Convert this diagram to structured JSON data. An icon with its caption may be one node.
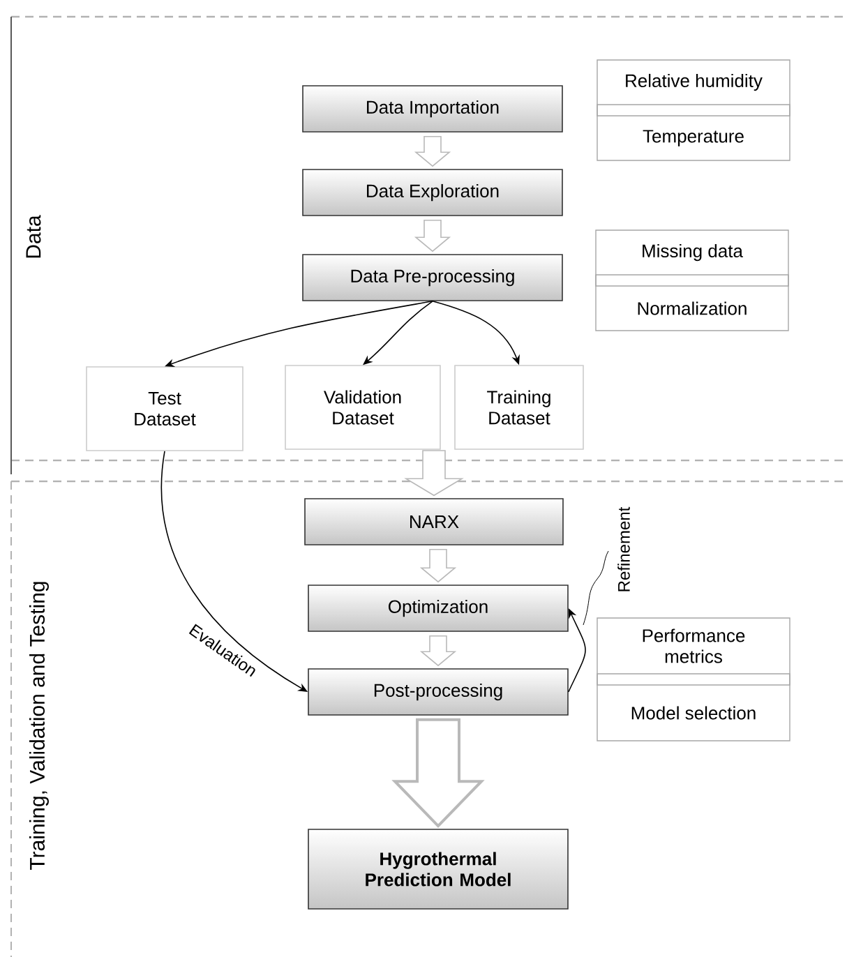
{
  "diagram": {
    "nodes": [
      {
        "text": [
          "Data Importation"
        ]
      },
      {
        "text": [
          "Data Exploration"
        ]
      },
      {
        "text": [
          "Data Pre-processing"
        ]
      },
      {
        "text": [
          "Test Dataset"
        ]
      },
      {
        "text": [
          "Validation Dataset"
        ]
      },
      {
        "text": [
          "Training Dataset"
        ]
      },
      {
        "text": [
          "NARX"
        ]
      },
      {
        "text": [
          "Optimization"
        ]
      },
      {
        "text": [
          "Post-processing"
        ]
      },
      {
        "text": [
          "Hygrothermal Prediction Model"
        ]
      },
      {
        "text": [
          "Relative humidity",
          "Temperature"
        ]
      },
      {
        "text": [
          "Missing data",
          "Normalization"
        ]
      },
      {
        "text": [
          "Performance metrics",
          "Model selection"
        ]
      }
    ],
    "edges": [
      {
        "from": 0,
        "to": 1,
        "arrow": "to"
      },
      {
        "from": 1,
        "to": 2,
        "arrow": "to"
      },
      {
        "from": 2,
        "to": 3,
        "arrow": "to"
      },
      {
        "from": 2,
        "to": 4,
        "arrow": "to"
      },
      {
        "from": 2,
        "to": 5,
        "arrow": "to"
      },
      {
        "from": null,
        "to": 6,
        "arrow": "to"
      },
      {
        "from": 6,
        "to": 7,
        "arrow": "to"
      },
      {
        "from": 7,
        "to": 8,
        "arrow": "to"
      },
      {
        "from": 8,
        "to": 9,
        "arrow": "to"
      },
      {
        "from": 3,
        "to": 8,
        "arrow": "to",
        "label": "Evaluation"
      },
      {
        "from": 8,
        "to": 7,
        "arrow": "to",
        "label": "Refinement"
      }
    ],
    "labels": [
      "Data",
      "Training, Validation and Testing"
    ]
  }
}
